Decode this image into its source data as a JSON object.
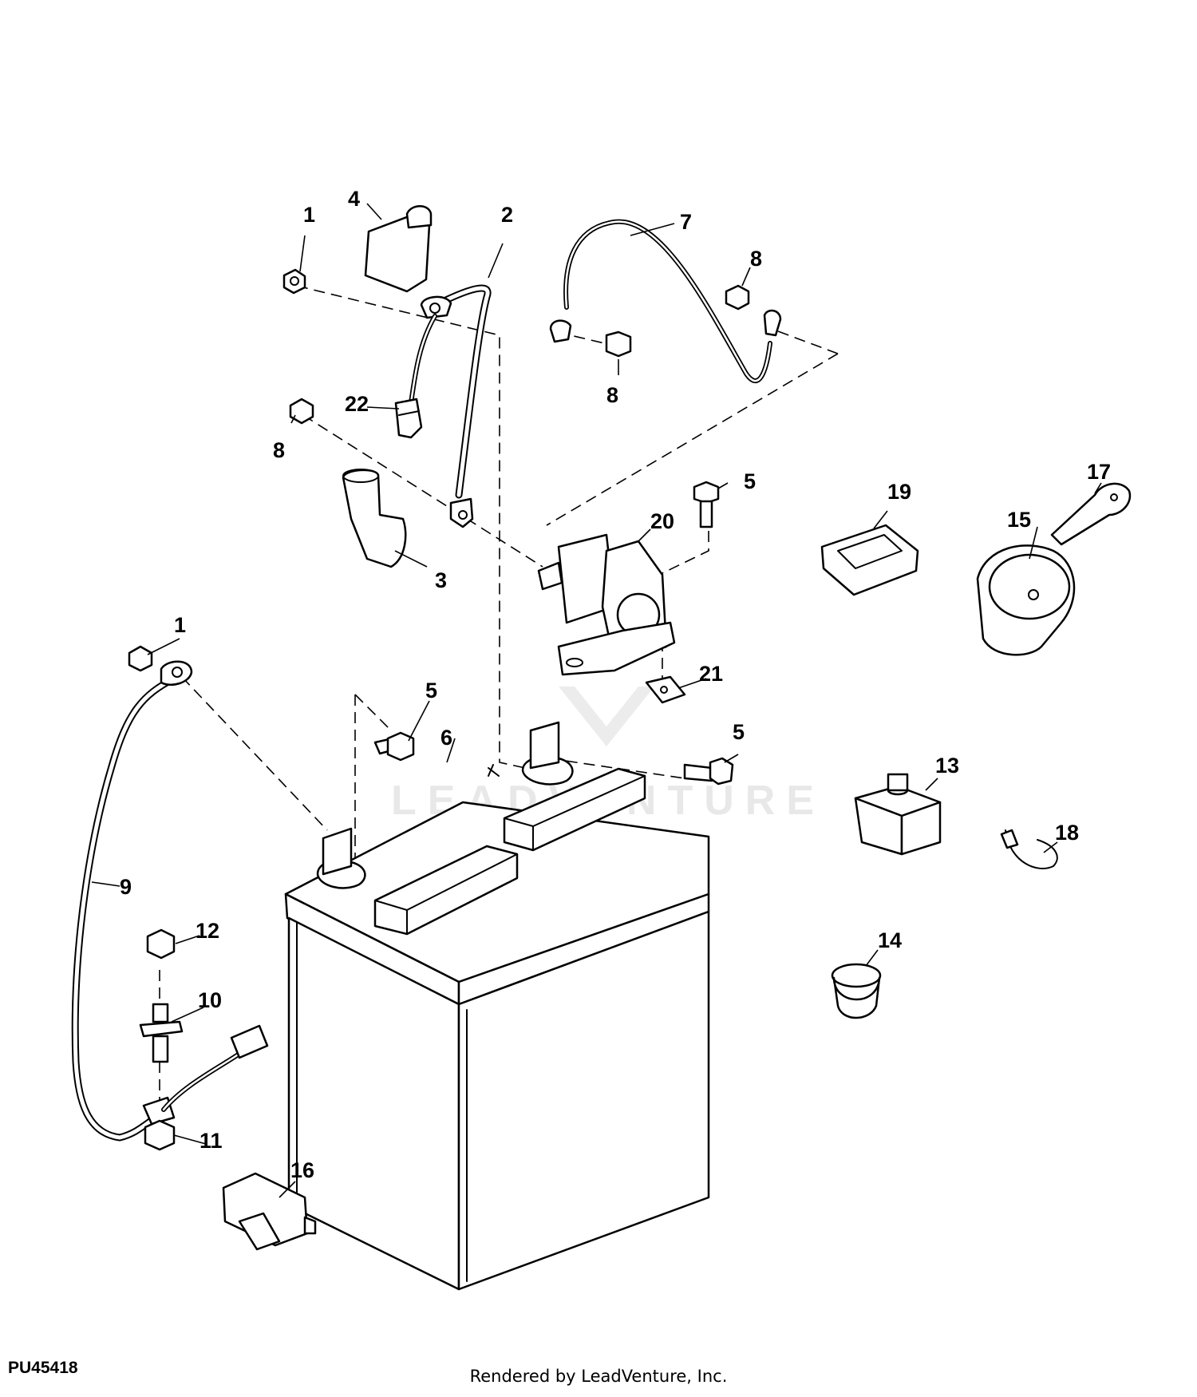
{
  "diagram": {
    "reference_code": "PU45418",
    "footer_credit": "Rendered by LeadVenture, Inc.",
    "watermark_text": "LEADVENTURE",
    "callouts": {
      "c1a": "1",
      "c1b": "1",
      "c2": "2",
      "c3": "3",
      "c4": "4",
      "c5a": "5",
      "c5b": "5",
      "c5c": "5",
      "c6": "6",
      "c7": "7",
      "c8a": "8",
      "c8b": "8",
      "c8c": "8",
      "c9": "9",
      "c10": "10",
      "c11": "11",
      "c12": "12",
      "c13": "13",
      "c14": "14",
      "c15": "15",
      "c16": "16",
      "c17": "17",
      "c18": "18",
      "c19": "19",
      "c20": "20",
      "c21": "21",
      "c22": "22"
    }
  }
}
